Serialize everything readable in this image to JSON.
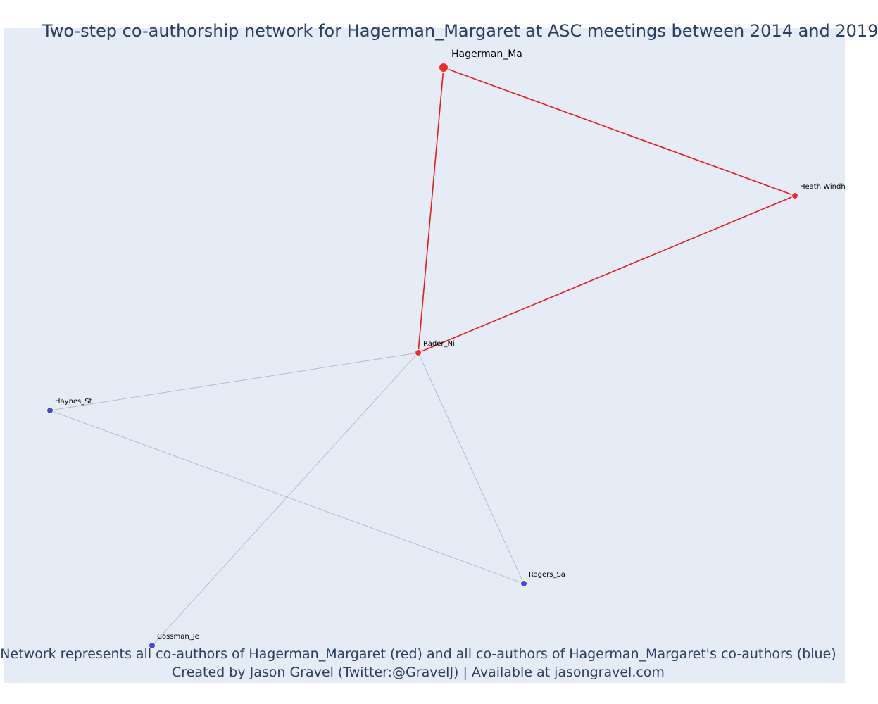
{
  "title": "Two-step co-authorship network for Hagerman_Margaret at ASC meetings between 2014 and 2019",
  "caption": {
    "line1": "Network represents all co-authors of Hagerman_Margaret (red) and all co-authors of Hagerman_Margaret's co-authors (blue)",
    "line2": "Created by Jason Gravel (Twitter:@GravelJ) | Available at jasongravel.com"
  },
  "colors": {
    "background": "#e5ecf6",
    "ego_color": "#ef2b2b",
    "first_step_color": "#ef2b2b",
    "second_step_color": "#4545ec",
    "ego_edge": "#e41a1c",
    "other_edge": "#b3b6c9",
    "title_color": "#2a3f5f"
  },
  "nodes": [
    {
      "id": "hagerman",
      "label": "Hagerman_Ma",
      "group": "ego"
    },
    {
      "id": "heath",
      "label": "Heath Windh",
      "group": "first"
    },
    {
      "id": "rader",
      "label": "Rader_Ni",
      "group": "first"
    },
    {
      "id": "haynes",
      "label": "Haynes_St",
      "group": "second"
    },
    {
      "id": "rogers",
      "label": "Rogers_Sa",
      "group": "second"
    },
    {
      "id": "cossman",
      "label": "Cossman_Je",
      "group": "second"
    }
  ],
  "edges": [
    {
      "source": "hagerman",
      "target": "heath",
      "type": "ego"
    },
    {
      "source": "hagerman",
      "target": "rader",
      "type": "ego"
    },
    {
      "source": "heath",
      "target": "rader",
      "type": "ego"
    },
    {
      "source": "rader",
      "target": "haynes",
      "type": "other"
    },
    {
      "source": "rader",
      "target": "rogers",
      "type": "other"
    },
    {
      "source": "rader",
      "target": "cossman",
      "type": "other"
    },
    {
      "source": "haynes",
      "target": "rogers",
      "type": "other"
    }
  ]
}
